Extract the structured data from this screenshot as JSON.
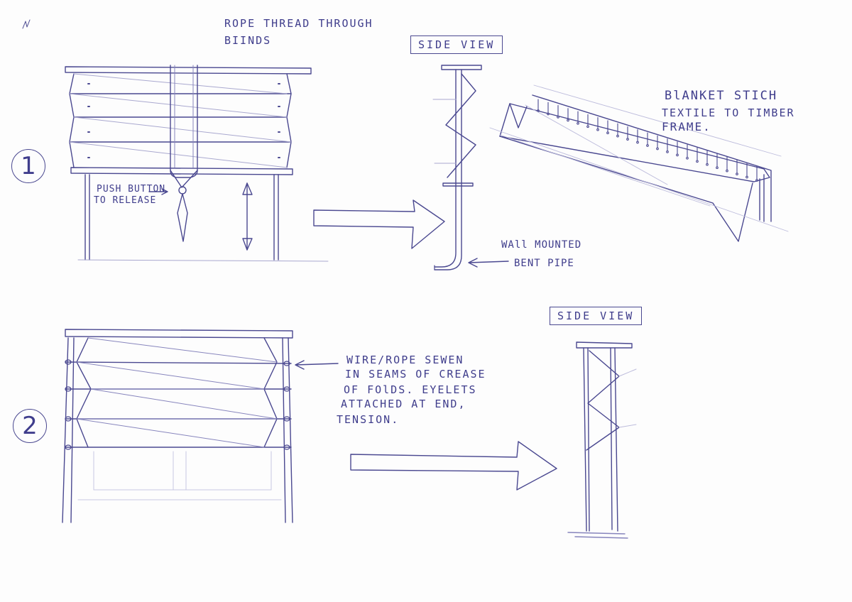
{
  "labels": {
    "rope_note_1": "ROPE THREAD THROUGH",
    "rope_note_2": "BIINDS",
    "side_view_top": "SIDE VIEW",
    "side_view_bottom": "SIDE VIEW",
    "blanket_1": "BlANKET STICH",
    "blanket_2": "TEXTILE TO TIMBER",
    "blanket_3": "FRAME.",
    "push_1": "PUSH BUTTON",
    "push_2": "TO RELEASE",
    "wall_1": "WAll MOUNTED",
    "wall_2": "BENT PIPE",
    "wire_1": "WIRE/ROPE SEWEN",
    "wire_2": "IN SEAMS OF CREASE",
    "wire_3": "OF FOlDS. EYELETS",
    "wire_4": "ATTACHED AT END,",
    "wire_5": "TENSION.",
    "option_1": "1",
    "option_2": "2"
  },
  "colors": {
    "ink": "#4a4890",
    "paper": "#fdfdfd",
    "light_ink": "#a9a8cf"
  }
}
